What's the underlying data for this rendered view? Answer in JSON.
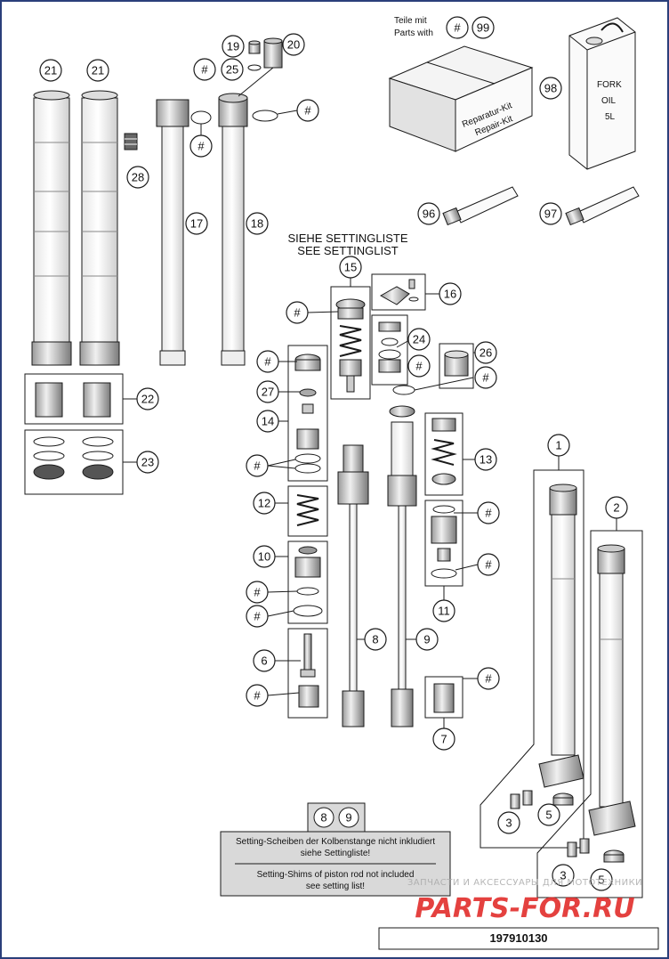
{
  "header_note": {
    "line1": "Teile mit",
    "line2": "Parts with",
    "badge": "#",
    "badge_num": "99"
  },
  "oil_can": {
    "line1": "FORK",
    "line2": "OIL",
    "line3": "5L"
  },
  "repair_kit": {
    "line1": "Reparatur-Kit",
    "line2": "Repair-Kit"
  },
  "setting_heading": {
    "line1": "SIEHE SETTINGLISTE",
    "line2": "SEE SETTINGLIST"
  },
  "callouts": {
    "c21a": "21",
    "c21b": "21",
    "c19": "19",
    "c20": "20",
    "c25": "25",
    "c28": "28",
    "c17": "17",
    "c18": "18",
    "c98": "98",
    "c96": "96",
    "c97": "97",
    "c15": "15",
    "c16": "16",
    "c24": "24",
    "c26": "26",
    "c27": "27",
    "c14": "14",
    "c22": "22",
    "c23": "23",
    "c12": "12",
    "c10": "10",
    "c6": "6",
    "c8": "8",
    "c9": "9",
    "c13": "13",
    "c11": "11",
    "c7": "7",
    "c1": "1",
    "c2": "2",
    "c3a": "3",
    "c5a": "5",
    "c3b": "3",
    "c5b": "5",
    "hash": "#"
  },
  "note_box": {
    "tab1": "8",
    "tab2": "9",
    "de_line1": "Setting-Scheiben der Kolbenstange nicht inkludiert",
    "de_line2": "siehe Settingliste!",
    "en_line1": "Setting-Shims of piston rod not included",
    "en_line2": "see setting list!"
  },
  "watermark": {
    "line1": "ЗАПЧАСТИ И АКСЕССУАРЫ ДЛЯ МОТОТЕХНИКИ",
    "line2": "PARTS-FOR.RU"
  },
  "drawing_number": "197910130",
  "colors": {
    "line": "#1a1a1a",
    "fill": "#ffffff",
    "note_fill": "#d9d9d9",
    "border": "#2a3f7a",
    "watermark": "#e0201e"
  }
}
